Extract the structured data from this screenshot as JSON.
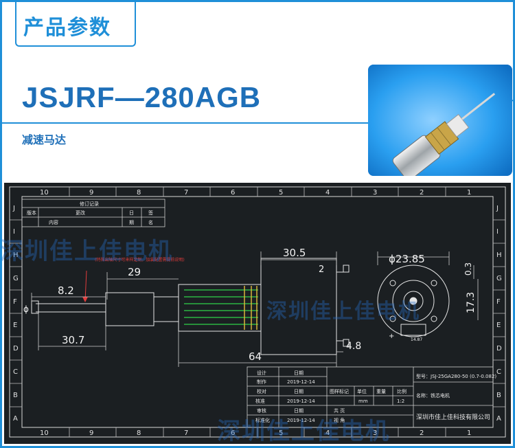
{
  "header": {
    "label": "产品参数"
  },
  "product": {
    "model": "JSJRF—280AGB",
    "subtitle": "减速马达"
  },
  "watermark": {
    "text": "深圳佳上佳电机",
    "text_short": "深圳佳上佳"
  },
  "drawing": {
    "ruler_top": [
      "10",
      "9",
      "8",
      "7",
      "6",
      "5",
      "4",
      "3",
      "2",
      "1"
    ],
    "ruler_side": [
      "J",
      "I",
      "H",
      "G",
      "F",
      "E",
      "D",
      "C",
      "B",
      "A"
    ],
    "dims": {
      "d_30_5": "30.5",
      "d_2": "2",
      "d_29": "29",
      "d_8_2": "8.2",
      "d_phi": "ɸ",
      "d_30_7": "30.7",
      "d_64": "64",
      "d_4_8": "4.8",
      "d_phi23": "ɸ23.85",
      "d_0_3": "0.3",
      "d_17_3": "17.3",
      "d_14": "14.87",
      "plus": "+"
    },
    "note": "(特殊出轴尺寸可来样定制，加装配置需提前说明)",
    "revision": {
      "title": "修订记录",
      "cols": [
        "版本",
        "更改",
        "日",
        "签"
      ],
      "row2": [
        "内容",
        "期",
        "名"
      ]
    },
    "titleblock": {
      "design": "设计",
      "date": "日期",
      "draw": "制作",
      "check": "校对",
      "approve": "核准",
      "craft": "审核",
      "std": "标准化",
      "d1": "2019-12-14",
      "d2": "日期",
      "d3": "2019-12-14",
      "d4": "日期",
      "d5": "2019-12-14",
      "mark": "图样标记",
      "unit": "单位",
      "weight": "重量",
      "scale": "比例",
      "mm": "mm",
      "ratio": "1:2",
      "sheets": "共   页",
      "angle": "视   角",
      "part_no": "型号：JSJ-25GA280-50 (0.7-0.082)",
      "part_name": "名称：铁芯电机",
      "company": "深圳市佳上佳科技有限公司"
    }
  }
}
